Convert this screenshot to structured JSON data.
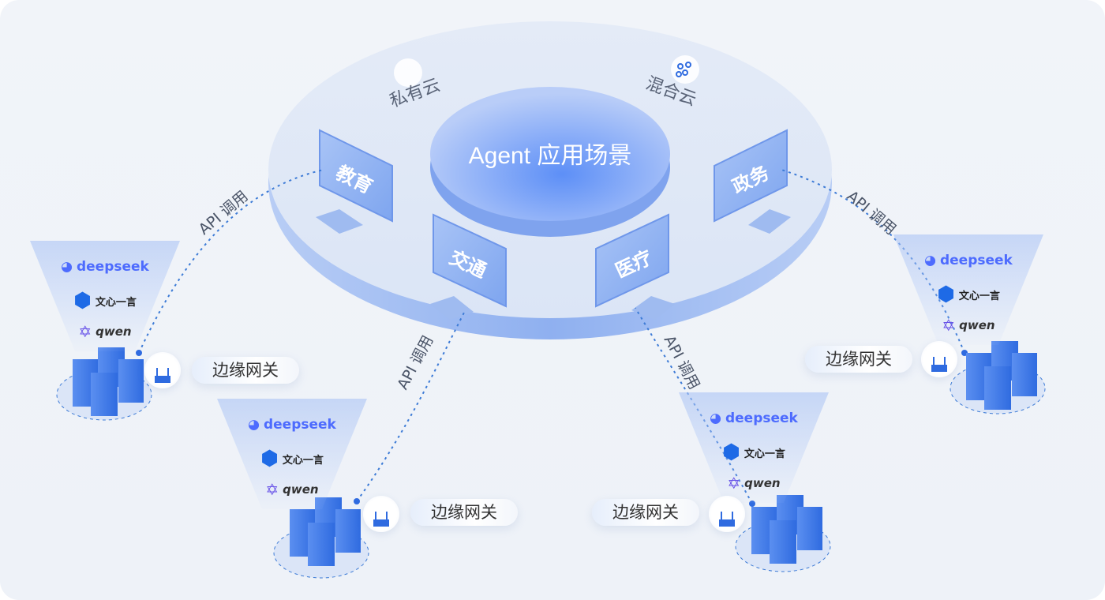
{
  "center": {
    "title": "Agent 应用场景"
  },
  "clouds": [
    {
      "label": "私有云",
      "icon": "cloud-icon"
    },
    {
      "label": "混合云",
      "icon": "hybrid-cloud-icon"
    }
  ],
  "scenarios": [
    {
      "label": "教育"
    },
    {
      "label": "交通"
    },
    {
      "label": "医疗"
    },
    {
      "label": "政务"
    }
  ],
  "api_label": "API 调用",
  "models": {
    "deepseek": "deepseek",
    "wenxin": "文心一言",
    "qwen": "qwen"
  },
  "gateway_label": "边缘网关",
  "colors": {
    "accent": "#4a86e8",
    "dash": "#3d7bd6",
    "background": "#f0f3f9"
  }
}
